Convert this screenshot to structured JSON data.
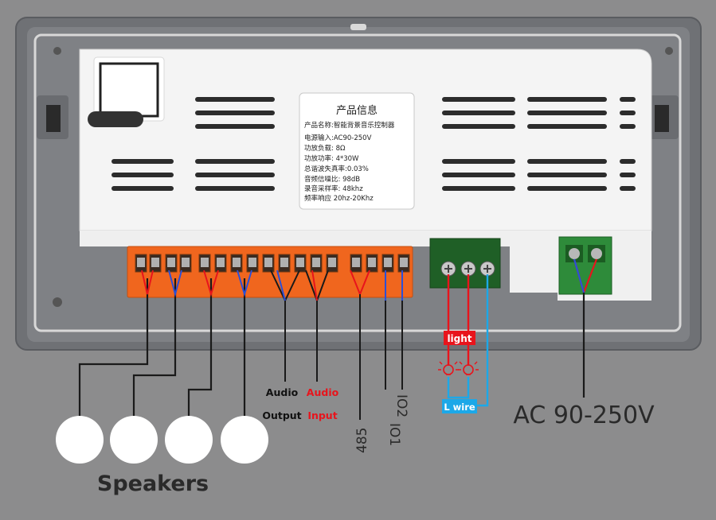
{
  "sticker": {
    "title": "产品信息",
    "lines": [
      "产品名称:智能背景音乐控制器",
      "电源输入:AC90-250V",
      "功放负载: 8Ω",
      "功放功率: 4*30W",
      "总谐波失真率:0.03%",
      "音频信噪比: 98dB",
      "录音采样率: 48khz",
      "频率响应   20hz-20Khz"
    ]
  },
  "labels": {
    "audio_output_1": "Audio",
    "audio_output_2": "Output",
    "audio_input_1": "Audio",
    "audio_input_2": "Input",
    "rs485": "485",
    "io1": "IO1",
    "io2": "IO2",
    "light": "light",
    "l_wire": "L wire",
    "ac_power": "AC 90-250V",
    "speakers": "Speakers"
  },
  "colors": {
    "background": "#8c8c8d",
    "plate": "#7a7c80",
    "housing": "#f4f4f4",
    "terminal_orange": "#f0661e",
    "terminal_green": "#2e7d32",
    "wire_red": "#e8141c",
    "wire_blue": "#2b4fd8",
    "wire_cyan": "#1ca8e8",
    "wire_black": "#1a1a1a"
  },
  "icons": {
    "lamp": "light-bulb-icon",
    "speaker": "speaker-circle"
  }
}
